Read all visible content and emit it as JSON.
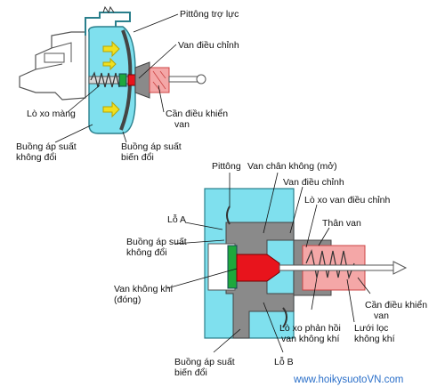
{
  "top_diagram": {
    "labels": {
      "piston": "Pittông trợ lực",
      "control_valve": "Van điều chỉnh",
      "diaphragm_spring": "Lò xo màng",
      "rod_line1": "Cần điều khiển",
      "rod_line2": "van",
      "const_line1": "Buồng áp suất",
      "const_line2": "không đổi",
      "var_line1": "Buồng áp suất",
      "var_line2": "biến đổi"
    }
  },
  "bottom_diagram": {
    "labels": {
      "piston_word": "Pittông",
      "vac_valve": "Van chân không (mở)",
      "control_valve": "Van điều chỉnh",
      "valve_spring": "Lò xo van điều chỉnh",
      "valve_body": "Thân van",
      "hole_a": "Lỗ A",
      "const_line1": "Buồng áp suất",
      "const_line2": "không đổi",
      "air_valve_line1": "Van không khí",
      "air_valve_line2": "(đóng)",
      "rod_line1": "Cần điều khiển",
      "rod_line2": "van",
      "react_line1": "Lò xo phản hồi",
      "react_line2": "van không khí",
      "filter_line1": "Lưới lọc",
      "filter_line2": "không khí",
      "var_line1": "Buồng áp suất",
      "var_line2": "biến đổi",
      "hole_b": "Lỗ B"
    }
  },
  "watermark": "www.hoikysuotoVN.com",
  "colors": {
    "cyan": "#7fe0ee",
    "gray": "#8a8a8a",
    "dark_gray": "#555555",
    "red": "#e8141c",
    "green": "#1ea83c",
    "pink": "#f4a7a7",
    "yellow": "#f0e020",
    "text": "#111111",
    "watermark": "#2a6fc9"
  },
  "icons": [
    "arrow-right-icon",
    "spring-icon",
    "air-flow-arrow-icon"
  ]
}
